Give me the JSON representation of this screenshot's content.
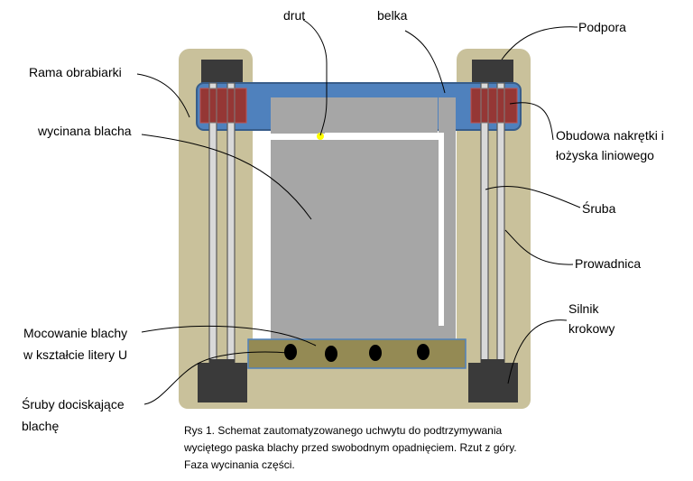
{
  "labels": {
    "drut": "drut",
    "belka": "belka",
    "podpora": "Podpora",
    "rama": "Rama obrabiarki",
    "wycinana": "wycinana blacha",
    "obudowa_1": "Obudowa nakrętki i",
    "obudowa_2": "łożyska liniowego",
    "sruba": "Śruba",
    "prowadnica": "Prowadnica",
    "silnik_1": "Silnik",
    "silnik_2": "krokowy",
    "mocowanie_1": "Mocowanie blachy",
    "mocowanie_2": "w kształcie litery U",
    "sruby_1": "Śruby dociskające",
    "sruby_2": "blachę"
  },
  "caption": {
    "line1": "Rys 1. Schemat zautomatyzowanego uchwytu do podtrzymywania",
    "line2": "wyciętego paska blachy  przed swobodnym opadnięciem. Rzut z góry.",
    "line3": "Faza wycinania części."
  },
  "colors": {
    "frame": "#c9c19b",
    "beam": "#4f81bd",
    "beam_border": "#385d8a",
    "housing": "#953735",
    "block": "#3a3a3a",
    "sheet": "#a6a6a6",
    "clamp": "#948a54",
    "wire": "#ffff00"
  }
}
